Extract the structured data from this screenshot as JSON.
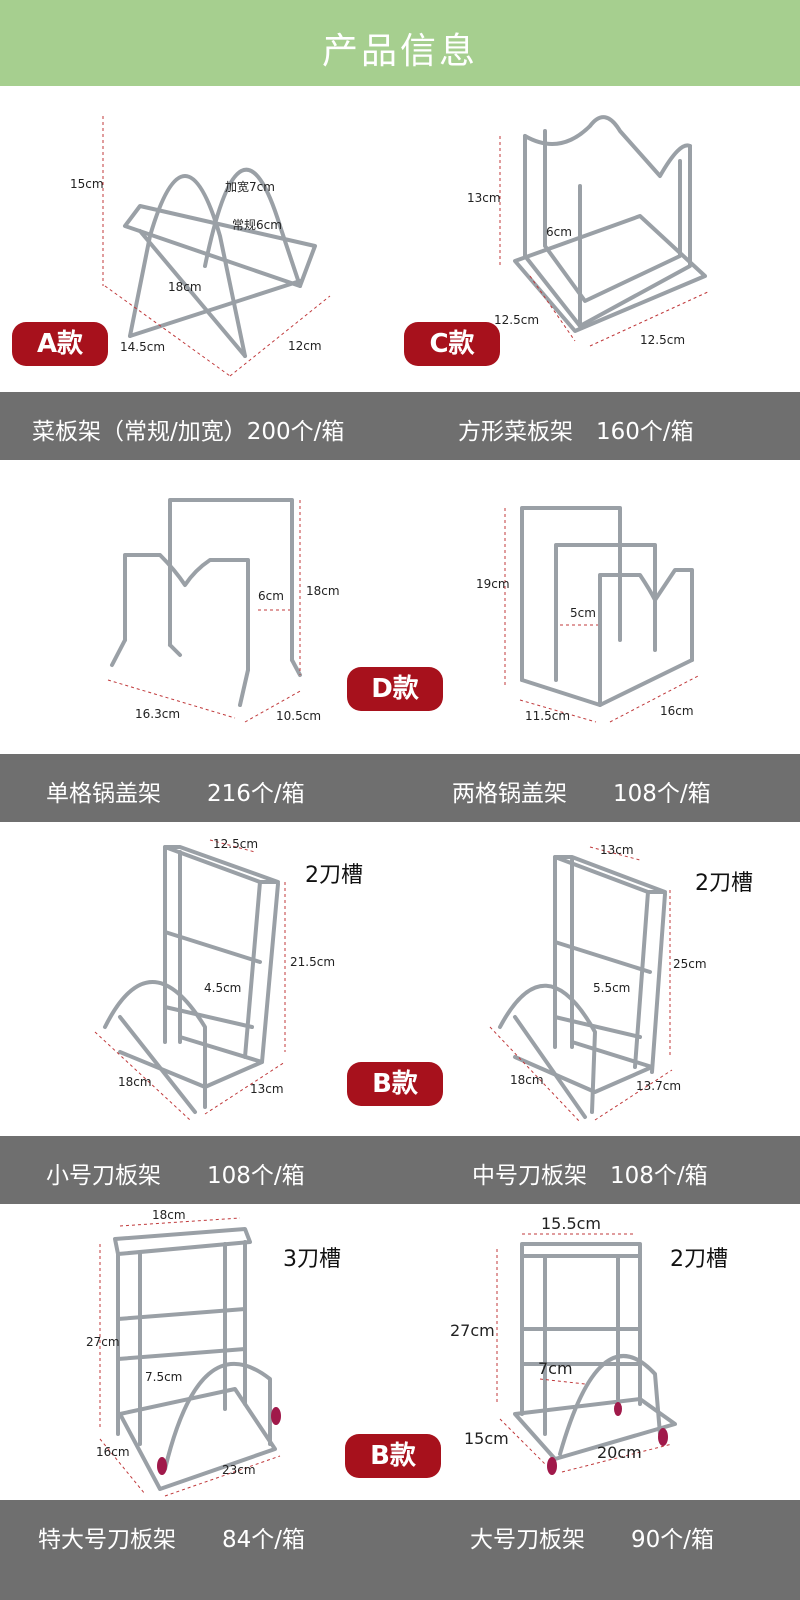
{
  "header": {
    "title": "产品信息"
  },
  "rows": [
    {
      "left": {
        "badge": "A款",
        "caption": "菜板架（常规/加宽）200个/箱",
        "dims": [
          "15cm",
          "加宽7cm",
          "常规6cm",
          "18cm",
          "14.5cm",
          "12cm"
        ]
      },
      "right": {
        "badge": "C款",
        "caption": "方形菜板架　160个/箱",
        "dims": [
          "13cm",
          "6cm",
          "12.5cm",
          "12.5cm"
        ]
      }
    },
    {
      "left": {
        "badge": "",
        "caption": "单格锅盖架　　216个/箱",
        "dims": [
          "18cm",
          "6cm",
          "16.3cm",
          "10.5cm"
        ]
      },
      "right": {
        "badge": "",
        "caption": "两格锅盖架　　108个/箱",
        "dims": [
          "19cm",
          "5cm",
          "11.5cm",
          "16cm"
        ]
      },
      "center_badge": "D款"
    },
    {
      "left": {
        "slots": "2刀槽",
        "caption": "小号刀板架　　108个/箱",
        "dims": [
          "12.5cm",
          "21.5cm",
          "4.5cm",
          "18cm",
          "13cm"
        ]
      },
      "right": {
        "slots": "2刀槽",
        "caption": "中号刀板架　108个/箱",
        "dims": [
          "13cm",
          "25cm",
          "5.5cm",
          "18cm",
          "13.7cm"
        ]
      },
      "center_badge": "B款"
    },
    {
      "left": {
        "slots": "3刀槽",
        "caption": "特大号刀板架　　84个/箱",
        "dims": [
          "18cm",
          "27cm",
          "7.5cm",
          "16cm",
          "23cm"
        ]
      },
      "right": {
        "slots": "2刀槽",
        "caption": "大号刀板架　　90个/箱",
        "dims": [
          "15.5cm",
          "27cm",
          "7cm",
          "15cm",
          "20cm"
        ]
      },
      "center_badge": "B款"
    }
  ],
  "colors": {
    "header_bg": "#a6cf8f",
    "caption_bg": "#6f6f6f",
    "badge_bg": "#a7111c"
  }
}
